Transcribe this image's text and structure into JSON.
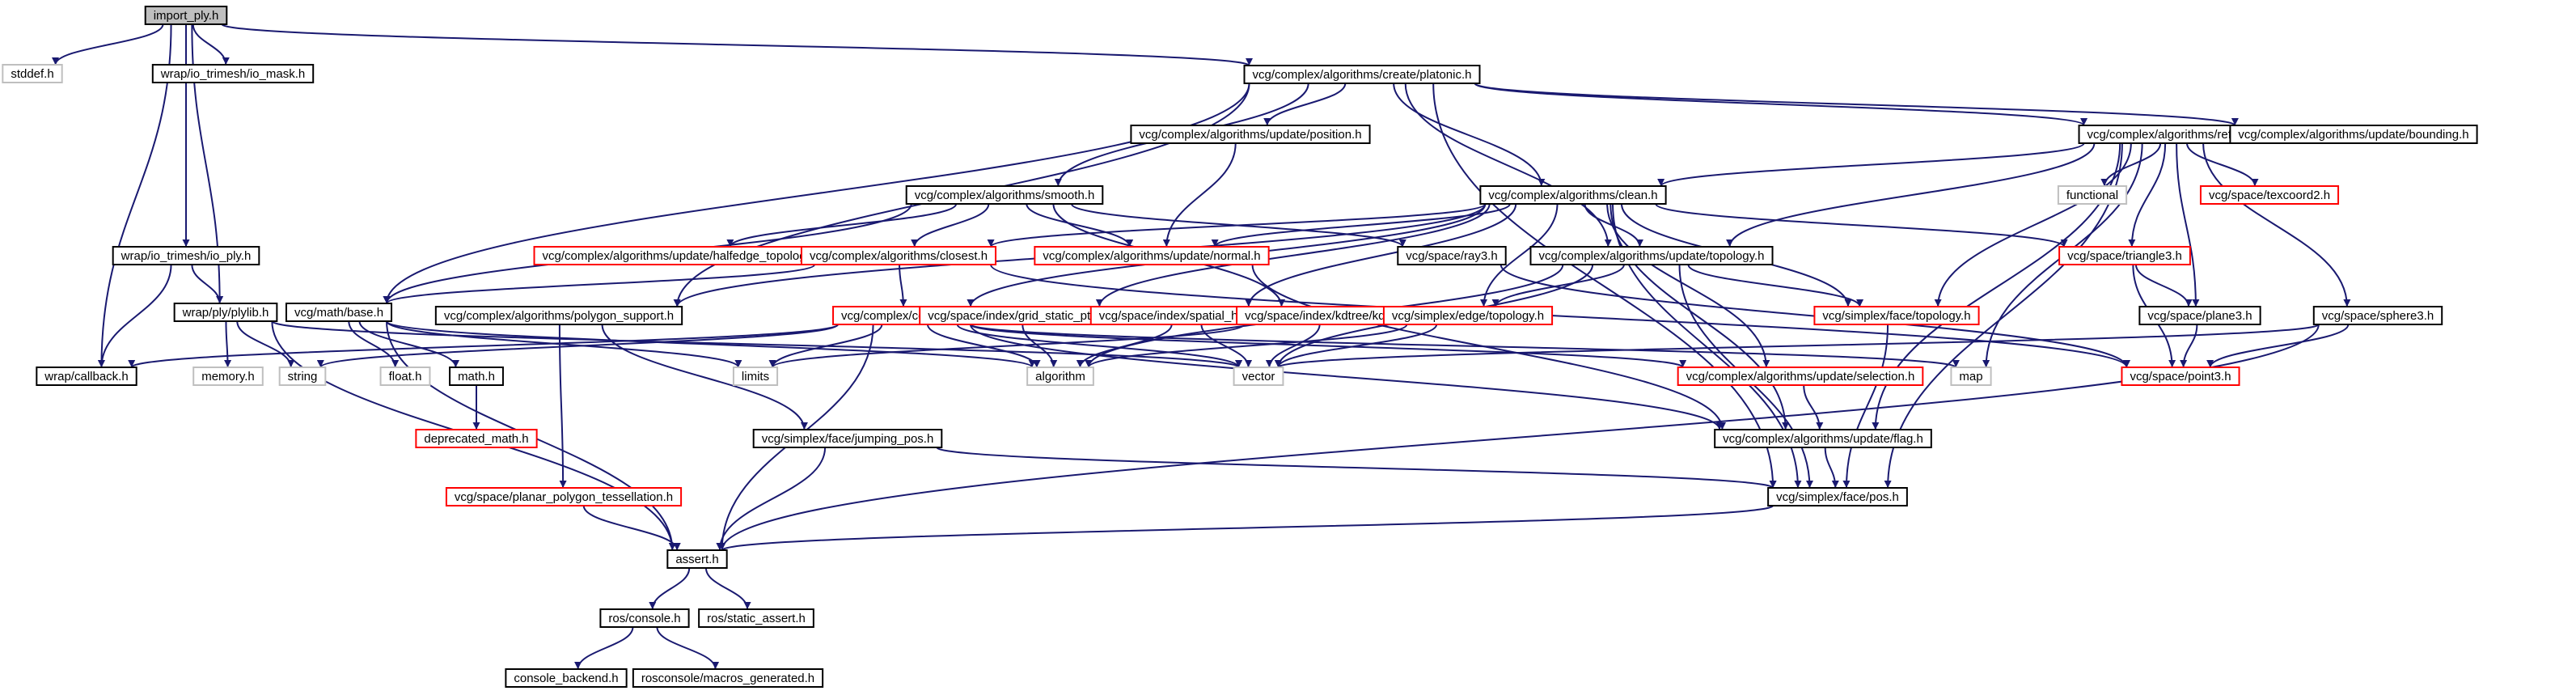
{
  "colors": {
    "edge": "#191970",
    "documented_border": "#000000",
    "undocumented_border": "#ff0000",
    "system_border": "#bfbfbf",
    "selected_fill": "#bfbfbf",
    "background": "#ffffff"
  },
  "nodes": [
    {
      "id": "import_ply",
      "label": "import_ply.h",
      "style": "selected"
    },
    {
      "id": "stddef",
      "label": "stddef.h",
      "style": "system"
    },
    {
      "id": "io_mask",
      "label": "wrap/io_trimesh/io_mask.h",
      "style": "documented"
    },
    {
      "id": "platonic",
      "label": "vcg/complex/algorithms/create/platonic.h",
      "style": "documented"
    },
    {
      "id": "position",
      "label": "vcg/complex/algorithms/update/position.h",
      "style": "documented"
    },
    {
      "id": "refine",
      "label": "vcg/complex/algorithms/refine.h",
      "style": "documented"
    },
    {
      "id": "bounding",
      "label": "vcg/complex/algorithms/update/bounding.h",
      "style": "documented"
    },
    {
      "id": "smooth",
      "label": "vcg/complex/algorithms/smooth.h",
      "style": "documented"
    },
    {
      "id": "clean",
      "label": "vcg/complex/algorithms/clean.h",
      "style": "documented"
    },
    {
      "id": "functional",
      "label": "functional",
      "style": "system"
    },
    {
      "id": "texcoord2",
      "label": "vcg/space/texcoord2.h",
      "style": "undocumented"
    },
    {
      "id": "io_ply",
      "label": "wrap/io_trimesh/io_ply.h",
      "style": "documented"
    },
    {
      "id": "halfedge_topology",
      "label": "vcg/complex/algorithms/update/halfedge_topology.h",
      "style": "undocumented"
    },
    {
      "id": "closest",
      "label": "vcg/complex/algorithms/closest.h",
      "style": "undocumented"
    },
    {
      "id": "normal",
      "label": "vcg/complex/algorithms/update/normal.h",
      "style": "undocumented"
    },
    {
      "id": "ray3",
      "label": "vcg/space/ray3.h",
      "style": "documented"
    },
    {
      "id": "update_topology",
      "label": "vcg/complex/algorithms/update/topology.h",
      "style": "documented"
    },
    {
      "id": "triangle3",
      "label": "vcg/space/triangle3.h",
      "style": "undocumented"
    },
    {
      "id": "plylib",
      "label": "wrap/ply/plylib.h",
      "style": "documented"
    },
    {
      "id": "base",
      "label": "vcg/math/base.h",
      "style": "documented"
    },
    {
      "id": "polygon_support",
      "label": "vcg/complex/algorithms/polygon_support.h",
      "style": "documented"
    },
    {
      "id": "complex",
      "label": "vcg/complex/complex.h",
      "style": "undocumented"
    },
    {
      "id": "grid_static_ptr",
      "label": "vcg/space/index/grid_static_ptr.h",
      "style": "undocumented"
    },
    {
      "id": "spatial_hashing",
      "label": "vcg/space/index/spatial_hashing.h",
      "style": "undocumented"
    },
    {
      "id": "kdtree",
      "label": "vcg/space/index/kdtree/kdtree.h",
      "style": "undocumented"
    },
    {
      "id": "edge_topology",
      "label": "vcg/simplex/edge/topology.h",
      "style": "undocumented"
    },
    {
      "id": "face_topology",
      "label": "vcg/simplex/face/topology.h",
      "style": "undocumented"
    },
    {
      "id": "plane3",
      "label": "vcg/space/plane3.h",
      "style": "documented"
    },
    {
      "id": "sphere3",
      "label": "vcg/space/sphere3.h",
      "style": "documented"
    },
    {
      "id": "callback",
      "label": "wrap/callback.h",
      "style": "documented"
    },
    {
      "id": "memory",
      "label": "memory.h",
      "style": "system"
    },
    {
      "id": "string",
      "label": "string",
      "style": "system"
    },
    {
      "id": "float",
      "label": "float.h",
      "style": "system"
    },
    {
      "id": "math",
      "label": "math.h",
      "style": "documented"
    },
    {
      "id": "limits",
      "label": "limits",
      "style": "system"
    },
    {
      "id": "algorithm",
      "label": "algorithm",
      "style": "system"
    },
    {
      "id": "vector",
      "label": "vector",
      "style": "system"
    },
    {
      "id": "selection",
      "label": "vcg/complex/algorithms/update/selection.h",
      "style": "undocumented"
    },
    {
      "id": "map",
      "label": "map",
      "style": "system"
    },
    {
      "id": "point3",
      "label": "vcg/space/point3.h",
      "style": "undocumented"
    },
    {
      "id": "deprecated_math",
      "label": "deprecated_math.h",
      "style": "undocumented"
    },
    {
      "id": "jumping_pos",
      "label": "vcg/simplex/face/jumping_pos.h",
      "style": "documented"
    },
    {
      "id": "flag",
      "label": "vcg/complex/algorithms/update/flag.h",
      "style": "documented"
    },
    {
      "id": "planar_tess",
      "label": "vcg/space/planar_polygon_tessellation.h",
      "style": "undocumented"
    },
    {
      "id": "face_pos",
      "label": "vcg/simplex/face/pos.h",
      "style": "documented"
    },
    {
      "id": "assert",
      "label": "assert.h",
      "style": "documented"
    },
    {
      "id": "ros_console",
      "label": "ros/console.h",
      "style": "documented"
    },
    {
      "id": "static_assert",
      "label": "ros/static_assert.h",
      "style": "documented"
    },
    {
      "id": "console_backend",
      "label": "console_backend.h",
      "style": "documented"
    },
    {
      "id": "macros_generated",
      "label": "rosconsole/macros_generated.h",
      "style": "documented"
    }
  ],
  "edges": [
    [
      "import_ply",
      "stddef"
    ],
    [
      "import_ply",
      "io_mask"
    ],
    [
      "import_ply",
      "platonic"
    ],
    [
      "import_ply",
      "io_ply"
    ],
    [
      "import_ply",
      "plylib"
    ],
    [
      "import_ply",
      "callback"
    ],
    [
      "platonic",
      "base"
    ],
    [
      "platonic",
      "smooth"
    ],
    [
      "platonic",
      "polygon_support"
    ],
    [
      "platonic",
      "position"
    ],
    [
      "platonic",
      "update_topology"
    ],
    [
      "platonic",
      "clean"
    ],
    [
      "platonic",
      "refine"
    ],
    [
      "platonic",
      "bounding"
    ],
    [
      "platonic",
      "face_pos"
    ],
    [
      "position",
      "normal"
    ],
    [
      "refine",
      "clean"
    ],
    [
      "refine",
      "functional"
    ],
    [
      "refine",
      "texcoord2"
    ],
    [
      "refine",
      "triangle3"
    ],
    [
      "refine",
      "update_topology"
    ],
    [
      "refine",
      "face_topology"
    ],
    [
      "refine",
      "plane3"
    ],
    [
      "refine",
      "sphere3"
    ],
    [
      "refine",
      "flag"
    ],
    [
      "refine",
      "map"
    ],
    [
      "refine",
      "face_pos"
    ],
    [
      "smooth",
      "halfedge_topology"
    ],
    [
      "smooth",
      "closest"
    ],
    [
      "smooth",
      "normal"
    ],
    [
      "smooth",
      "ray3"
    ],
    [
      "smooth",
      "kdtree"
    ],
    [
      "smooth",
      "base"
    ],
    [
      "clean",
      "closest"
    ],
    [
      "clean",
      "normal"
    ],
    [
      "clean",
      "update_topology"
    ],
    [
      "clean",
      "triangle3"
    ],
    [
      "clean",
      "complex"
    ],
    [
      "clean",
      "grid_static_ptr"
    ],
    [
      "clean",
      "spatial_hashing"
    ],
    [
      "clean",
      "edge_topology"
    ],
    [
      "clean",
      "face_topology"
    ],
    [
      "clean",
      "selection"
    ],
    [
      "clean",
      "flag"
    ],
    [
      "clean",
      "face_pos"
    ],
    [
      "clean",
      "polygon_support"
    ],
    [
      "io_ply",
      "plylib"
    ],
    [
      "io_ply",
      "callback"
    ],
    [
      "closest",
      "base"
    ],
    [
      "closest",
      "complex"
    ],
    [
      "closest",
      "point3"
    ],
    [
      "normal",
      "flag"
    ],
    [
      "ray3",
      "point3"
    ],
    [
      "update_topology",
      "edge_topology"
    ],
    [
      "update_topology",
      "face_topology"
    ],
    [
      "update_topology",
      "algorithm"
    ],
    [
      "update_topology",
      "vector"
    ],
    [
      "update_topology",
      "face_pos"
    ],
    [
      "triangle3",
      "plane3"
    ],
    [
      "triangle3",
      "point3"
    ],
    [
      "plylib",
      "memory"
    ],
    [
      "plylib",
      "string"
    ],
    [
      "plylib",
      "vector"
    ],
    [
      "plylib",
      "assert"
    ],
    [
      "base",
      "float"
    ],
    [
      "base",
      "math"
    ],
    [
      "base",
      "limits"
    ],
    [
      "base",
      "algorithm"
    ],
    [
      "base",
      "assert"
    ],
    [
      "polygon_support",
      "planar_tess"
    ],
    [
      "polygon_support",
      "jumping_pos"
    ],
    [
      "complex",
      "callback"
    ],
    [
      "complex",
      "string"
    ],
    [
      "complex",
      "limits"
    ],
    [
      "complex",
      "algorithm"
    ],
    [
      "complex",
      "vector"
    ],
    [
      "complex",
      "map"
    ],
    [
      "complex",
      "selection"
    ],
    [
      "complex",
      "flag"
    ],
    [
      "complex",
      "assert"
    ],
    [
      "grid_static_ptr",
      "algorithm"
    ],
    [
      "spatial_hashing",
      "algorithm"
    ],
    [
      "spatial_hashing",
      "vector"
    ],
    [
      "kdtree",
      "limits"
    ],
    [
      "kdtree",
      "vector"
    ],
    [
      "edge_topology",
      "algorithm"
    ],
    [
      "edge_topology",
      "vector"
    ],
    [
      "face_topology",
      "face_pos"
    ],
    [
      "plane3",
      "point3"
    ],
    [
      "sphere3",
      "point3"
    ],
    [
      "sphere3",
      "vector"
    ],
    [
      "sphere3",
      "assert"
    ],
    [
      "math",
      "deprecated_math"
    ],
    [
      "jumping_pos",
      "face_pos"
    ],
    [
      "jumping_pos",
      "assert"
    ],
    [
      "selection",
      "flag"
    ],
    [
      "flag",
      "face_pos"
    ],
    [
      "planar_tess",
      "assert"
    ],
    [
      "face_pos",
      "assert"
    ],
    [
      "assert",
      "ros_console"
    ],
    [
      "assert",
      "static_assert"
    ],
    [
      "ros_console",
      "console_backend"
    ],
    [
      "ros_console",
      "macros_generated"
    ]
  ]
}
